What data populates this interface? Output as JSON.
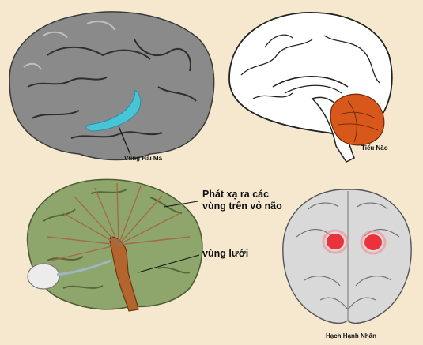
{
  "labels": {
    "hippocampus": "Vùng Hải Mã",
    "cerebellum": "Tiểu Não",
    "projection_line1": "Phát xạ ra các",
    "projection_line2": "vùng trên vỏ não",
    "reticular": "vùng lưới",
    "amygdala": "Hạch Hạnh Nhân"
  },
  "colors": {
    "background": "#f5e8cf",
    "hippocampus": "#49c4d6",
    "cerebellum": "#d7581a",
    "amygdala": "#ec1f2a",
    "reticular": "#b3652d",
    "green_brain": "#8ea66b",
    "gray_brain": "#8a8a8a"
  }
}
